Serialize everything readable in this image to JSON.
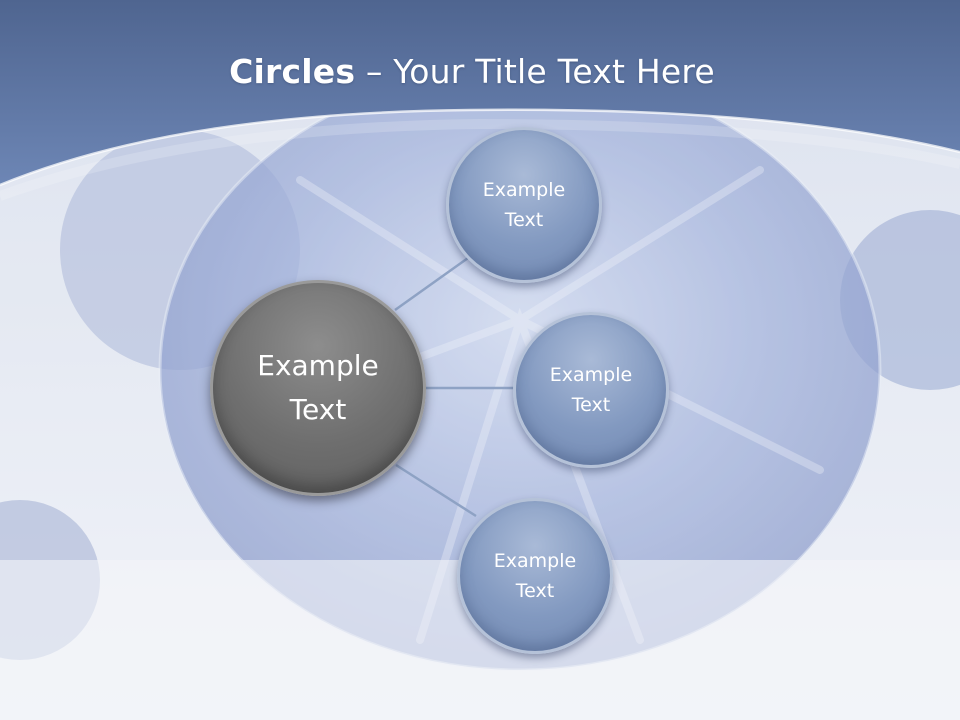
{
  "slide": {
    "title_bold": "Circles",
    "title_rest": " – Your Title Text Here"
  },
  "diagram": {
    "center": {
      "line1": "Example",
      "line2": "Text"
    },
    "nodes": [
      {
        "line1": "Example",
        "line2": "Text"
      },
      {
        "line1": "Example",
        "line2": "Text"
      },
      {
        "line1": "Example",
        "line2": "Text"
      }
    ]
  },
  "colors": {
    "header_band": "#6078a8",
    "node_fill": "#8299c0",
    "center_fill": "#6e6e6e",
    "connector": "#8ea2c4"
  }
}
